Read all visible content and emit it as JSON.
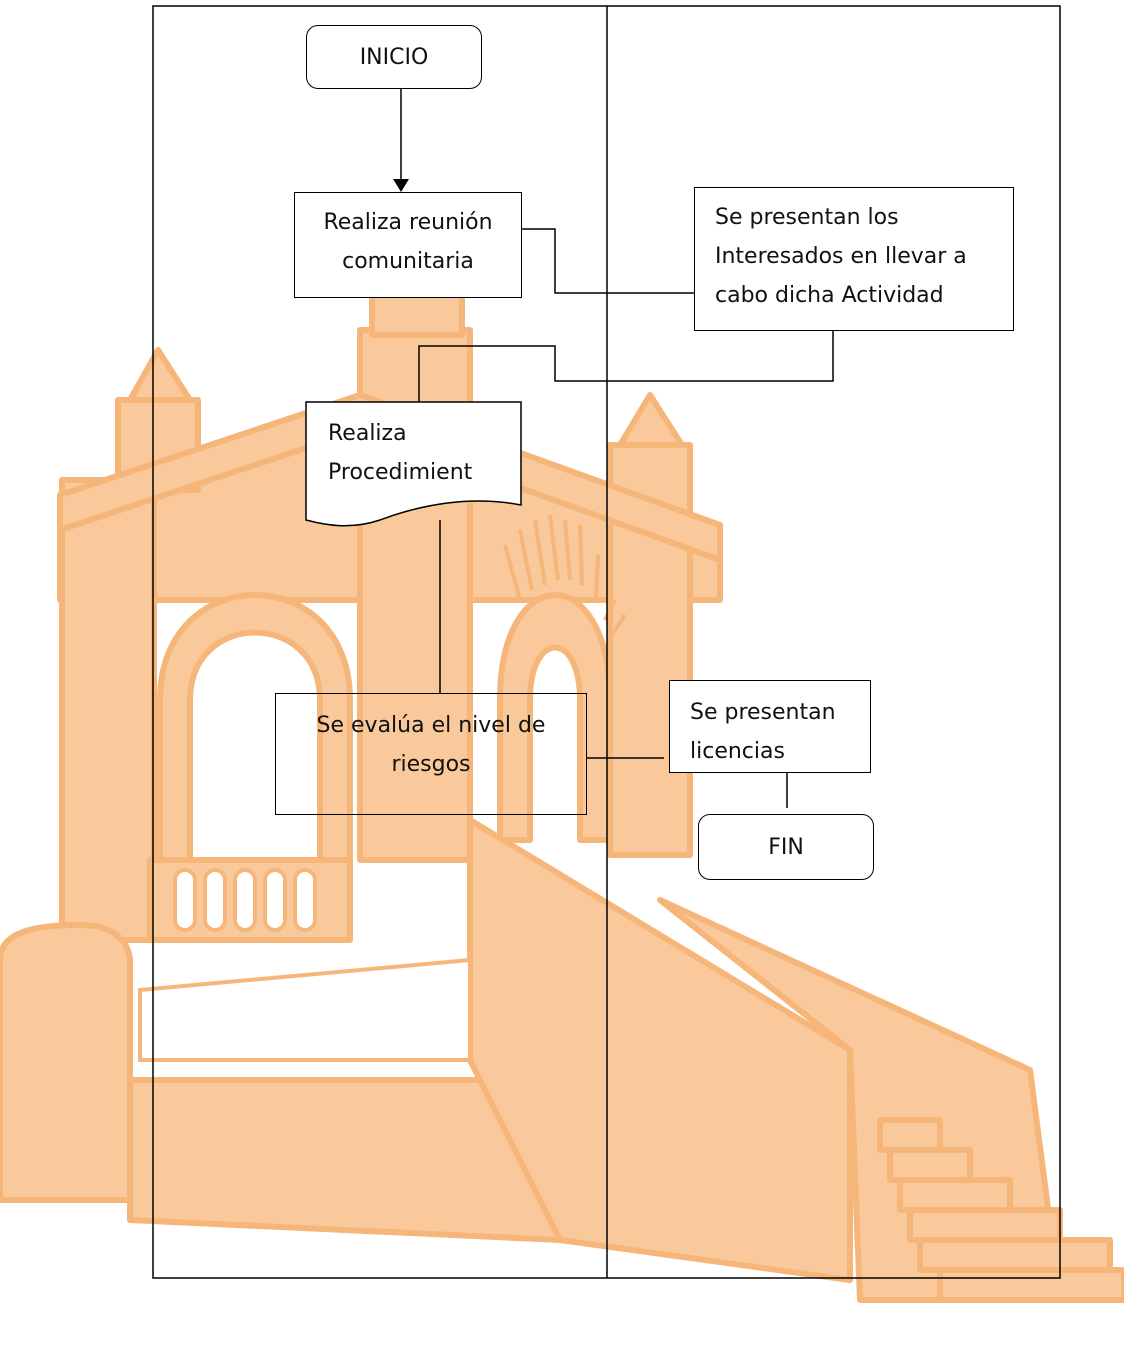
{
  "nodes": {
    "inicio": {
      "label": "INICIO"
    },
    "reunion": {
      "label": "Realiza reunión\ncomunitaria"
    },
    "presentan_interesados": {
      "label": "Se presentan los\nInteresados en llevar a\ncabo dicha Actividad"
    },
    "procedimiento": {
      "label": "Realiza\nProcedimient"
    },
    "evalua_riesgos": {
      "label": "Se evalúa el nivel de\nriesgos"
    },
    "presentan_licencias": {
      "label": "Se presentan\nlicencias"
    },
    "fin": {
      "label": "FIN"
    }
  },
  "watermark": {
    "color": "#f9c99b",
    "stroke": "#f6b67a",
    "icon": "building-staircase-watermark"
  }
}
